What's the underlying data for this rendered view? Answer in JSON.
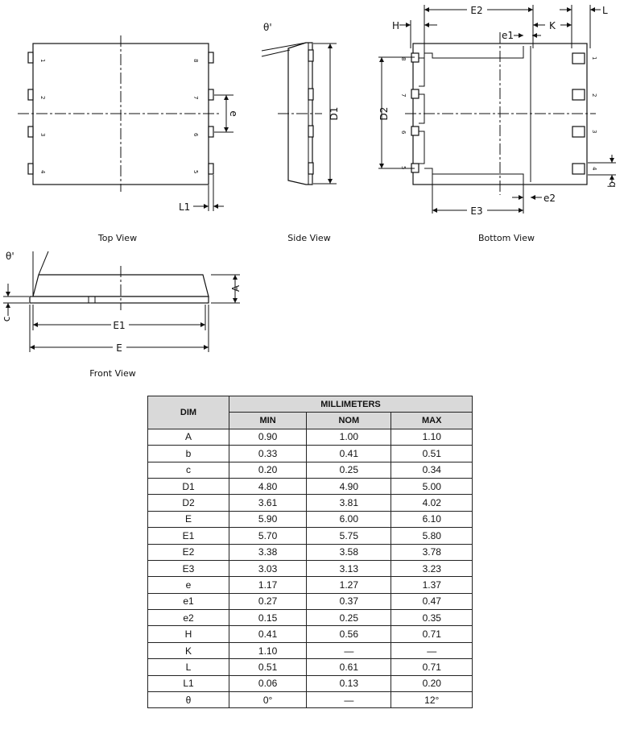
{
  "views": {
    "top": {
      "caption": "Top View",
      "pins_left": [
        "1",
        "2",
        "3",
        "4"
      ],
      "pins_right": [
        "8",
        "7",
        "6",
        "5"
      ],
      "dims": {
        "e": "e",
        "L1": "L1"
      }
    },
    "side": {
      "caption": "Side View",
      "dims": {
        "theta": "θ'",
        "D1": "D1"
      }
    },
    "bottom": {
      "caption": "Bottom View",
      "pins_left": [
        "8",
        "7",
        "6",
        "5"
      ],
      "pins_right": [
        "1",
        "2",
        "3",
        "4"
      ],
      "dims": {
        "E2": "E2",
        "H": "H",
        "K": "K",
        "L": "L",
        "e1": "e1",
        "D2": "D2",
        "b": "b",
        "E3": "E3",
        "e2": "e2"
      }
    },
    "front": {
      "caption": "Front View",
      "dims": {
        "theta": "θ'",
        "A": "A",
        "c": "c",
        "E1": "E1",
        "E": "E"
      }
    }
  },
  "table": {
    "dim_header": "DIM",
    "group_header": "MILLIMETERS",
    "columns": [
      "MIN",
      "NOM",
      "MAX"
    ],
    "rows": [
      {
        "dim": "A",
        "min": "0.90",
        "nom": "1.00",
        "max": "1.10"
      },
      {
        "dim": "b",
        "min": "0.33",
        "nom": "0.41",
        "max": "0.51"
      },
      {
        "dim": "c",
        "min": "0.20",
        "nom": "0.25",
        "max": "0.34"
      },
      {
        "dim": "D1",
        "min": "4.80",
        "nom": "4.90",
        "max": "5.00"
      },
      {
        "dim": "D2",
        "min": "3.61",
        "nom": "3.81",
        "max": "4.02"
      },
      {
        "dim": "E",
        "min": "5.90",
        "nom": "6.00",
        "max": "6.10"
      },
      {
        "dim": "E1",
        "min": "5.70",
        "nom": "5.75",
        "max": "5.80"
      },
      {
        "dim": "E2",
        "min": "3.38",
        "nom": "3.58",
        "max": "3.78"
      },
      {
        "dim": "E3",
        "min": "3.03",
        "nom": "3.13",
        "max": "3.23"
      },
      {
        "dim": "e",
        "min": "1.17",
        "nom": "1.27",
        "max": "1.37"
      },
      {
        "dim": "e1",
        "min": "0.27",
        "nom": "0.37",
        "max": "0.47"
      },
      {
        "dim": "e2",
        "min": "0.15",
        "nom": "0.25",
        "max": "0.35"
      },
      {
        "dim": "H",
        "min": "0.41",
        "nom": "0.56",
        "max": "0.71"
      },
      {
        "dim": "K",
        "min": "1.10",
        "nom": "—",
        "max": "—"
      },
      {
        "dim": "L",
        "min": "0.51",
        "nom": "0.61",
        "max": "0.71"
      },
      {
        "dim": "L1",
        "min": "0.06",
        "nom": "0.13",
        "max": "0.20"
      },
      {
        "dim": "θ",
        "min": "0°",
        "nom": "—",
        "max": "12°"
      }
    ]
  }
}
